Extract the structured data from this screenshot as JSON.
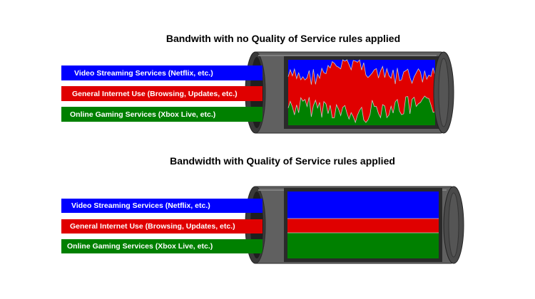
{
  "diagrams": {
    "no_qos": {
      "title": "Bandwith with no Quality of Service rules applied",
      "bands": [
        {
          "label": "Video Streaming Services (Netflix, etc.)",
          "color": "#0000ff"
        },
        {
          "label": "General Internet Use (Browsing, Updates, etc.)",
          "color": "#e00000"
        },
        {
          "label": "Online Gaming Services (Xbox Live, etc.)",
          "color": "#008000"
        }
      ]
    },
    "qos": {
      "title": "Bandwidth with Quality of Service rules applied",
      "bands": [
        {
          "label": "Video Streaming Services (Netflix, etc.)",
          "color": "#0000ff"
        },
        {
          "label": "General Internet Use (Browsing, Updates, etc.)",
          "color": "#e00000"
        },
        {
          "label": "Online Gaming Services (Xbox Live, etc.)",
          "color": "#008000"
        }
      ]
    }
  },
  "colors": {
    "pipe_body": "#606060",
    "pipe_dark": "#3a3a3a",
    "pipe_inner": "#262626"
  }
}
